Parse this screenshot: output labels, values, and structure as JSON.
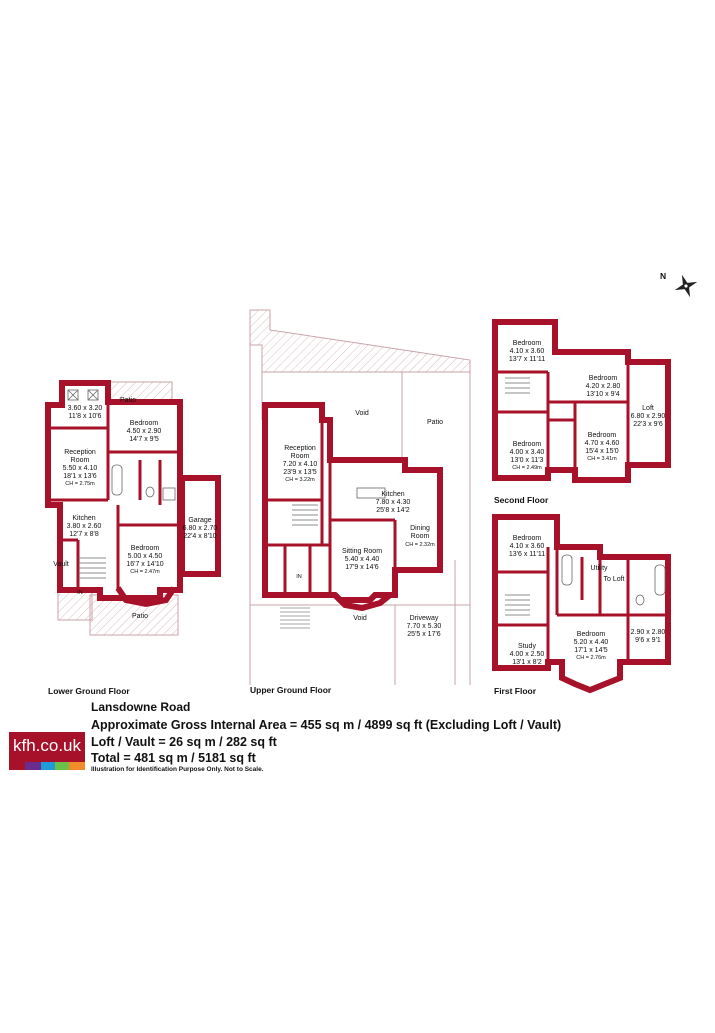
{
  "property": {
    "address": "Lansdowne Road",
    "area_line_1": "Approximate Gross Internal Area = 455 sq m / 4899 sq ft  (Excluding Loft / Vault)",
    "area_line_2": "Loft / Vault = 26 sq m / 282 sq ft",
    "area_line_3": "Total = 481 sq m / 5181 sq ft",
    "disclaimer": "Illustration for Identification Purpose Only. Not to Scale."
  },
  "brand": {
    "logo_text": "kfh.co.uk",
    "colors": {
      "primary": "#a7122a",
      "stripe_1": "#a7122a",
      "stripe_2": "#6a2d8f",
      "stripe_3": "#1f9bd7",
      "stripe_4": "#6cc04a",
      "stripe_5": "#f28c28"
    }
  },
  "compass": {
    "label": "N",
    "icon": "compass-rose-icon"
  },
  "floors": [
    {
      "id": "lower-ground",
      "label": "Lower Ground Floor",
      "rooms": [
        {
          "id": "lg-store",
          "name": "",
          "dims_m": "3.60 x 3.20",
          "dims_ft": "11'8 x 10'6",
          "ch": ""
        },
        {
          "id": "lg-patio-top",
          "name": "Patio",
          "dims_m": "",
          "dims_ft": "",
          "ch": ""
        },
        {
          "id": "lg-bedroom-1",
          "name": "Bedroom",
          "dims_m": "4.50 x 2.90",
          "dims_ft": "14'7 x 9'5",
          "ch": ""
        },
        {
          "id": "lg-reception",
          "name": "Reception\nRoom",
          "dims_m": "5.50 x 4.10",
          "dims_ft": "18'1 x 13'6",
          "ch": "CH = 2.75m"
        },
        {
          "id": "lg-garage",
          "name": "Garage",
          "dims_m": "6.80 x 2.70",
          "dims_ft": "22'4 x 8'10",
          "ch": ""
        },
        {
          "id": "lg-kitchen",
          "name": "Kitchen",
          "dims_m": "3.80 x 2.60",
          "dims_ft": "12'7 x 8'8",
          "ch": ""
        },
        {
          "id": "lg-bedroom-2",
          "name": "Bedroom",
          "dims_m": "5.00 x 4.50",
          "dims_ft": "16'7 x 14'10",
          "ch": "CH = 2.47m"
        },
        {
          "id": "lg-vault",
          "name": "Vault",
          "dims_m": "",
          "dims_ft": "",
          "ch": ""
        },
        {
          "id": "lg-patio-bottom",
          "name": "Patio",
          "dims_m": "",
          "dims_ft": "",
          "ch": ""
        }
      ],
      "markers": [
        "IN"
      ]
    },
    {
      "id": "upper-ground",
      "label": "Upper Ground Floor",
      "rooms": [
        {
          "id": "ug-void-top",
          "name": "Void",
          "dims_m": "",
          "dims_ft": "",
          "ch": ""
        },
        {
          "id": "ug-patio",
          "name": "Patio",
          "dims_m": "",
          "dims_ft": "",
          "ch": ""
        },
        {
          "id": "ug-reception",
          "name": "Reception\nRoom",
          "dims_m": "7.20 x 4.10",
          "dims_ft": "23'9 x 13'5",
          "ch": "CH = 3.22m"
        },
        {
          "id": "ug-kitchen",
          "name": "Kitchen",
          "dims_m": "7.80 x 4.30",
          "dims_ft": "25'8 x 14'2",
          "ch": ""
        },
        {
          "id": "ug-dining",
          "name": "Dining\nRoom",
          "dims_m": "",
          "dims_ft": "",
          "ch": "CH = 2.32m"
        },
        {
          "id": "ug-sitting",
          "name": "Sitting Room",
          "dims_m": "5.40 x 4.40",
          "dims_ft": "17'9 x 14'6",
          "ch": ""
        },
        {
          "id": "ug-void-bottom",
          "name": "Void",
          "dims_m": "",
          "dims_ft": "",
          "ch": ""
        },
        {
          "id": "ug-driveway",
          "name": "Driveway",
          "dims_m": "7.70 x 5.30",
          "dims_ft": "25'5 x 17'6",
          "ch": ""
        }
      ],
      "markers": [
        "IN"
      ]
    },
    {
      "id": "second",
      "label": "Second Floor",
      "rooms": [
        {
          "id": "sf-bedroom-1",
          "name": "Bedroom",
          "dims_m": "4.10 x 3.60",
          "dims_ft": "13'7 x 11'11",
          "ch": ""
        },
        {
          "id": "sf-bedroom-2",
          "name": "Bedroom",
          "dims_m": "4.20 x 2.80",
          "dims_ft": "13'10 x 9'4",
          "ch": ""
        },
        {
          "id": "sf-loft",
          "name": "Loft",
          "dims_m": "6.80 x 2.90",
          "dims_ft": "22'3 x 9'6",
          "ch": ""
        },
        {
          "id": "sf-bedroom-3",
          "name": "Bedroom",
          "dims_m": "4.00 x 3.40",
          "dims_ft": "13'0 x 11'3",
          "ch": "CH = 2.49m"
        },
        {
          "id": "sf-bedroom-4",
          "name": "Bedroom",
          "dims_m": "4.70 x 4.60",
          "dims_ft": "15'4 x 15'0",
          "ch": "CH = 3.41m"
        }
      ]
    },
    {
      "id": "first",
      "label": "First Floor",
      "rooms": [
        {
          "id": "ff-bedroom-1",
          "name": "Bedroom",
          "dims_m": "4.10 x 3.60",
          "dims_ft": "13'6 x 11'11",
          "ch": ""
        },
        {
          "id": "ff-utility",
          "name": "Utility",
          "dims_m": "",
          "dims_ft": "",
          "ch": ""
        },
        {
          "id": "ff-to-loft",
          "name": "To Loft",
          "dims_m": "",
          "dims_ft": "",
          "ch": ""
        },
        {
          "id": "ff-study",
          "name": "Study",
          "dims_m": "4.00 x 2.50",
          "dims_ft": "13'1 x 8'2",
          "ch": ""
        },
        {
          "id": "ff-bedroom-2",
          "name": "Bedroom",
          "dims_m": "5.20 x 4.40",
          "dims_ft": "17'1 x 14'5",
          "ch": "CH = 2.76m"
        },
        {
          "id": "ff-bedroom-3",
          "name": "",
          "dims_m": "2.90 x 2.80",
          "dims_ft": "9'6 x 9'1",
          "ch": ""
        }
      ]
    }
  ]
}
